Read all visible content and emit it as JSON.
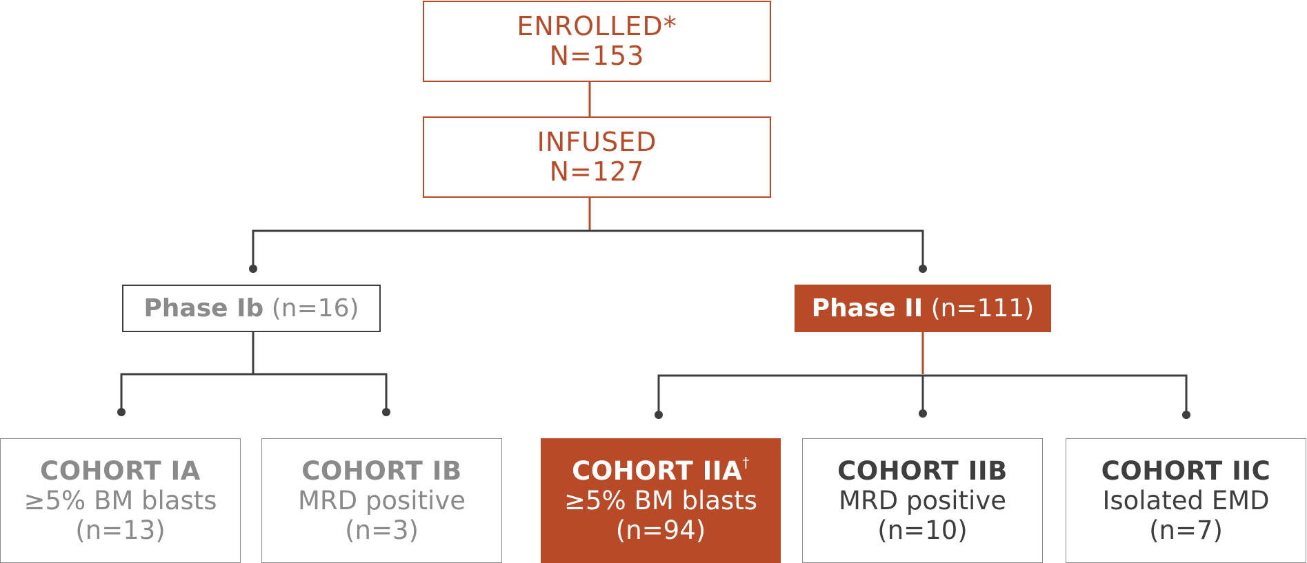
{
  "colors": {
    "orange": "#b94a28",
    "dark_gray": "#3e3e3e",
    "light_gray": "#8a8a8b",
    "white": "#ffffff"
  },
  "enrolled": {
    "label": "ENROLLED",
    "marker": "*",
    "count": "N=153"
  },
  "infused": {
    "label": "INFUSED",
    "count": "N=127"
  },
  "phase_ib": {
    "label": "Phase Ib",
    "count": "(n=16)"
  },
  "phase_ii": {
    "label": "Phase II",
    "count": "(n=111)"
  },
  "cohorts": {
    "ia": {
      "title": "COHORT IA",
      "criteria": "≥5% BM blasts",
      "count": "(n=13)"
    },
    "ib": {
      "title": "COHORT IB",
      "criteria": "MRD positive",
      "count": "(n=3)"
    },
    "iia": {
      "title": "COHORT IIA",
      "marker": "†",
      "criteria": "≥5% BM blasts",
      "count": "(n=94)"
    },
    "iib": {
      "title": "COHORT IIB",
      "criteria": "MRD positive",
      "count": "(n=10)"
    },
    "iic": {
      "title": "COHORT IIC",
      "criteria": "Isolated EMD",
      "count": "(n=7)"
    }
  }
}
